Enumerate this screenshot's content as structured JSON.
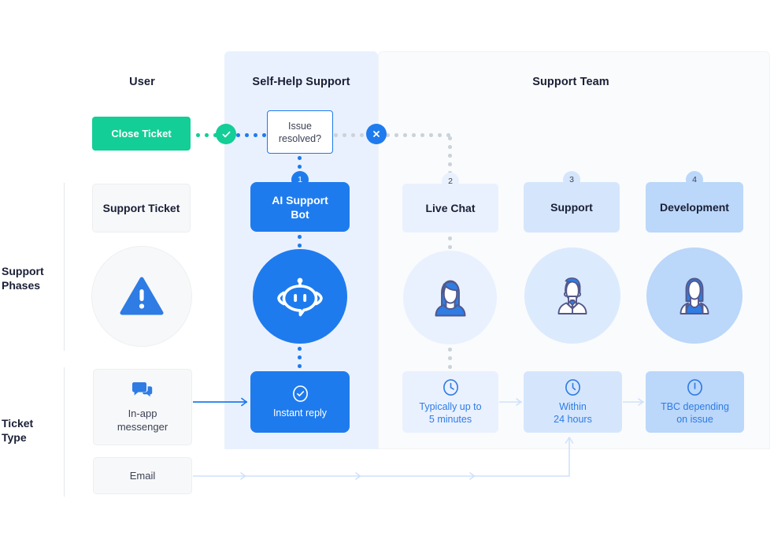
{
  "lanes": [
    {
      "id": "user",
      "title": "User"
    },
    {
      "id": "self_help",
      "title": "Self-Help Support"
    },
    {
      "id": "support_team",
      "title": "Support Team"
    }
  ],
  "row_labels": {
    "support_phases": "Support\nPhases",
    "support_phases_line1": "Support",
    "support_phases_line2": "Phases",
    "ticket_type_line1": "Ticket",
    "ticket_type_line2": "Type"
  },
  "nodes": {
    "close_ticket": {
      "label": "Close Ticket",
      "color": "#13CE96"
    },
    "support_ticket": {
      "label": "Support Ticket",
      "color": "#F7F8F9"
    },
    "issue_resolved": {
      "label": "Issue resolved?",
      "line1": "Issue",
      "line2": "resolved?",
      "color": "#FFFFFF",
      "border": "#1E7BEE"
    },
    "ai_support_bot": {
      "label": "AI Support Bot",
      "line1": "AI Support",
      "line2": "Bot",
      "step": "1",
      "color": "#1E7BEE"
    },
    "live_chat": {
      "label": "Live Chat",
      "step": "2",
      "color": "#EAF1FE"
    },
    "support": {
      "label": "Support",
      "step": "3",
      "color": "#D5E6FC"
    },
    "development": {
      "label": "Development",
      "step": "4",
      "color": "#BBD7FA"
    }
  },
  "avatars": {
    "warning": {
      "icon": "warning-triangle-icon",
      "bg": "#F7F8F9"
    },
    "bot": {
      "icon": "robot-chat-icon",
      "bg": "#1E7BEE"
    },
    "live_chat_agent": {
      "icon": "female-agent-icon",
      "bg": "#EAF1FE"
    },
    "support_agent": {
      "icon": "male-agent-icon",
      "bg": "#DCEAFD"
    },
    "developer": {
      "icon": "female-developer-icon",
      "bg": "#BBD7FA"
    }
  },
  "status_boxes": [
    {
      "id": "instant_reply",
      "icon": "check-circle-icon",
      "label": "Instant reply",
      "line1": "Instant reply",
      "line2": "",
      "bg": "#1E7BEE",
      "text": "#FFFFFF"
    },
    {
      "id": "five_minutes",
      "icon": "clock-icon",
      "label": "Typically up to 5 minutes",
      "line1": "Typically up to",
      "line2": "5 minutes",
      "bg": "#EAF1FE",
      "text": "#2E7CE4"
    },
    {
      "id": "twenty_four_hours",
      "icon": "clock-icon",
      "label": "Within 24 hours",
      "line1": "Within",
      "line2": "24 hours",
      "bg": "#D5E6FC",
      "text": "#2E7CE4"
    },
    {
      "id": "tbc",
      "icon": "clock-icon",
      "label": "TBC depending on issue",
      "line1": "TBC depending",
      "line2": "on issue",
      "bg": "#BBD7FA",
      "text": "#2E7CE4"
    }
  ],
  "ticket_types": [
    {
      "id": "in_app_messenger",
      "icon": "chat-bubbles-icon",
      "label": "In-app messenger",
      "line1": "In-app",
      "line2": "messenger"
    },
    {
      "id": "email",
      "icon": "",
      "label": "Email",
      "line1": "Email",
      "line2": ""
    }
  ],
  "decision_badges": [
    {
      "id": "resolved_yes",
      "icon": "check-icon",
      "color": "#13CE96"
    },
    {
      "id": "resolved_no",
      "icon": "x-icon",
      "color": "#1E7BEE"
    }
  ],
  "colors": {
    "primary_blue": "#1E7BEE",
    "green": "#13CE96",
    "band_self_help": "#EAF1FE",
    "band_team": "#FAFBFC",
    "text_dark": "#1A1F36",
    "dot_gray": "#CBD2D9",
    "arrow_light": "#CFE2FB"
  }
}
